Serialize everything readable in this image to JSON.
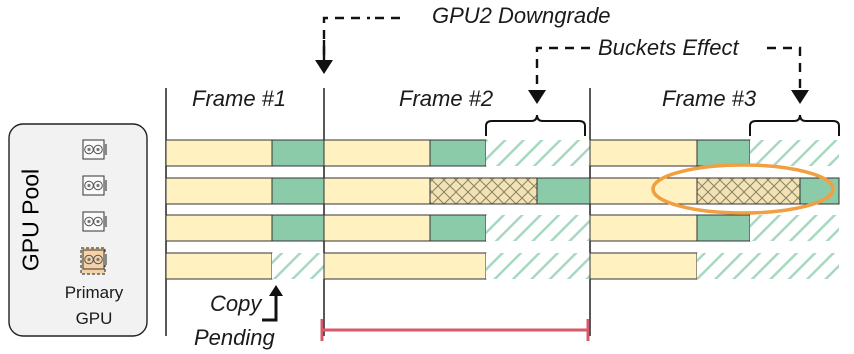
{
  "labels": {
    "gpu2_downgrade": "GPU2 Downgrade",
    "buckets_effect": "Buckets Effect",
    "frame1": "Frame #1",
    "frame2": "Frame #2",
    "frame3": "Frame #3",
    "gpu_pool": "GPU Pool",
    "primary": "Primary",
    "gpu": "GPU",
    "copy": "Copy",
    "pending": "Pending"
  },
  "colors": {
    "render": "#FFF2C0",
    "composite": "#8CCBA9",
    "wait_hatch": "#A8D8C0",
    "slow": "#F2E3B4",
    "highlight_circle": "#F0A040",
    "primary_gpu_fill": "#F5D2A6",
    "latency_bar": "#D85A6A"
  },
  "lanes": [
    {
      "gpu_icon": "gpu-card-icon",
      "frames": [
        [
          {
            "kind": "render"
          },
          {
            "kind": "composite"
          }
        ],
        [
          {
            "kind": "render"
          },
          {
            "kind": "composite"
          },
          {
            "kind": "wait"
          }
        ],
        [
          {
            "kind": "render"
          },
          {
            "kind": "composite"
          },
          {
            "kind": "wait"
          }
        ]
      ]
    },
    {
      "gpu_icon": "gpu-card-icon",
      "frames": [
        [
          {
            "kind": "render"
          },
          {
            "kind": "composite"
          }
        ],
        [
          {
            "kind": "render"
          },
          {
            "kind": "slow"
          },
          {
            "kind": "composite"
          }
        ],
        [
          {
            "kind": "render"
          },
          {
            "kind": "slow"
          },
          {
            "kind": "composite"
          }
        ]
      ]
    },
    {
      "gpu_icon": "gpu-card-icon",
      "frames": [
        [
          {
            "kind": "render"
          },
          {
            "kind": "composite"
          }
        ],
        [
          {
            "kind": "render"
          },
          {
            "kind": "composite"
          },
          {
            "kind": "wait"
          }
        ],
        [
          {
            "kind": "render"
          },
          {
            "kind": "composite"
          },
          {
            "kind": "wait"
          }
        ]
      ]
    },
    {
      "gpu_icon": "gpu-card-icon",
      "primary": true,
      "frames": [
        [
          {
            "kind": "render"
          },
          {
            "kind": "wait"
          }
        ],
        [
          {
            "kind": "render"
          },
          {
            "kind": "wait"
          }
        ],
        [
          {
            "kind": "render"
          },
          {
            "kind": "wait"
          }
        ]
      ]
    }
  ]
}
